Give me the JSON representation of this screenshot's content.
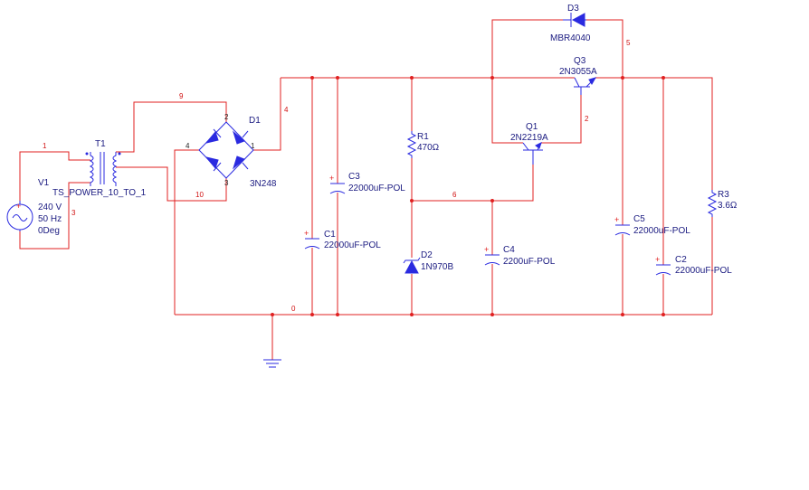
{
  "nodes": {
    "n1": "1",
    "n2": "2",
    "n3": "3",
    "n4": "4",
    "n5": "5",
    "n6": "6",
    "n9": "9",
    "n10": "10",
    "n0": "0"
  },
  "components": {
    "v1": {
      "ref": "V1",
      "voltage": "240 V",
      "freq": "50 Hz",
      "phase": "0Deg"
    },
    "t1": {
      "ref": "T1",
      "model": "TS_POWER_10_TO_1"
    },
    "d1": {
      "ref": "D1",
      "model": "3N248",
      "pins": [
        "1",
        "2",
        "3",
        "4"
      ]
    },
    "c1": {
      "ref": "C1",
      "value": "22000uF-POL"
    },
    "c2": {
      "ref": "C2",
      "value": "22000uF-POL"
    },
    "c3": {
      "ref": "C3",
      "value": "22000uF-POL"
    },
    "c4": {
      "ref": "C4",
      "value": "2200uF-POL"
    },
    "c5": {
      "ref": "C5",
      "value": "22000uF-POL"
    },
    "r1": {
      "ref": "R1",
      "value": "470Ω"
    },
    "r3": {
      "ref": "R3",
      "value": "3.6Ω"
    },
    "d2": {
      "ref": "D2",
      "model": "1N970B"
    },
    "d3": {
      "ref": "D3",
      "model": "MBR4040"
    },
    "q1": {
      "ref": "Q1",
      "model": "2N2219A"
    },
    "q3": {
      "ref": "Q3",
      "model": "2N3055A"
    }
  },
  "colors": {
    "wire": "#e02020",
    "component": "#2a2ae0",
    "label": "#1a1a80",
    "background": "#ffffff"
  }
}
